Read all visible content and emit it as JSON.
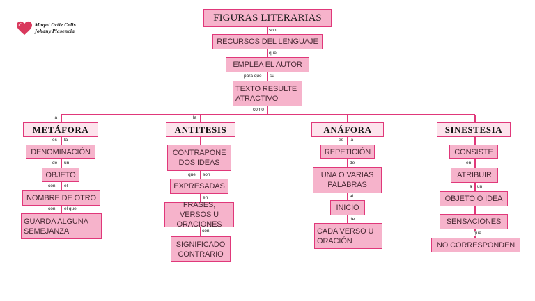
{
  "title": "FIGURAS LITERARIAS",
  "authors": [
    "Maqui Ortiz Celis",
    "Johany Plasencia"
  ],
  "top_chain": {
    "c_son": "son",
    "recursos": "RECURSOS DEL LENGUAJE",
    "c_que": "que",
    "emplea": "EMPLEA EL AUTOR",
    "c_para_que": "para que",
    "c_su": "su",
    "texto": "TEXTO RESULTE ATRACTIVO",
    "c_como": "como"
  },
  "columns": {
    "metafora": {
      "c_head": "la",
      "heading": "METÁFORA",
      "c1a": "es",
      "c1b": "la",
      "n1": "DENOMINACIÓN",
      "c2a": "de",
      "c2b": "un",
      "n2": "OBJETO",
      "c3a": "con",
      "c3b": "el",
      "n3": "NOMBRE DE OTRO",
      "c4a": "con",
      "c4b": "el que",
      "n4": "GUARDA ALGUNA SEMEJANZA"
    },
    "antitesis": {
      "c_head": "la",
      "heading": "ANTITESIS",
      "n1": "CONTRAPONE DOS IDEAS",
      "c2a": "que",
      "c2b": "son",
      "n2": "EXPRESADAS",
      "c3": "en",
      "n3": "FRASES, VERSOS U ORACIONES",
      "c4": "con",
      "n4": "SIGNIFICADO CONTRARIO"
    },
    "anafora": {
      "heading": "ANÁFORA",
      "c1a": "es",
      "c1b": "la",
      "n1": "REPETICIÓN",
      "c2": "de",
      "n2": "UNA O VARIAS PALABRAS",
      "c3": "al",
      "n3": "INICIO",
      "c4": "de",
      "n4": "CADA VERSO U ORACIÓN"
    },
    "sinestesia": {
      "heading": "SINESTESIA",
      "n1": "CONSISTE",
      "c2": "en",
      "n2": "ATRIBUIR",
      "c3a": "a",
      "c3b": "un",
      "n3": "OBJETO O IDEA",
      "n4": "SENSACIONES",
      "c5": "que",
      "n5": "NO CORRESPONDEN"
    }
  },
  "colors": {
    "box_fill": "#f6b3cb",
    "border": "#e0387a",
    "heading_fill": "#fde3ec"
  }
}
